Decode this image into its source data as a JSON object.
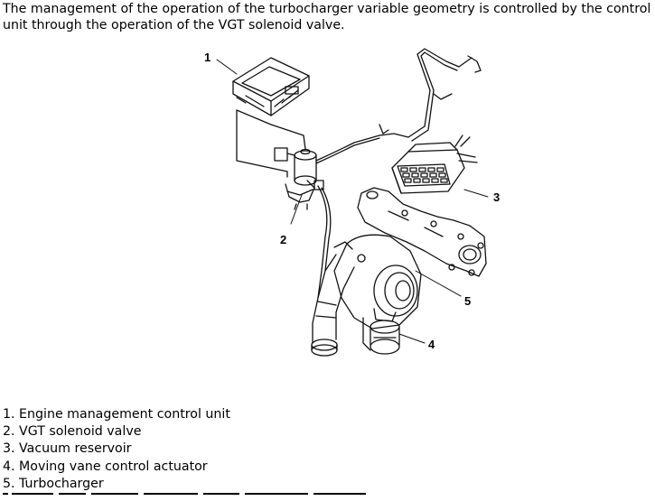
{
  "intro_text": "The management of the operation of the turbocharger variable geometry is controlled by the control unit through the operation of the VGT solenoid valve.",
  "callouts": [
    "1",
    "2",
    "3",
    "4",
    "5"
  ],
  "legend": [
    "1. Engine management control unit",
    "2. VGT solenoid valve",
    "3. Vacuum reservoir",
    "4. Moving vane control actuator",
    "5. Turbocharger"
  ]
}
